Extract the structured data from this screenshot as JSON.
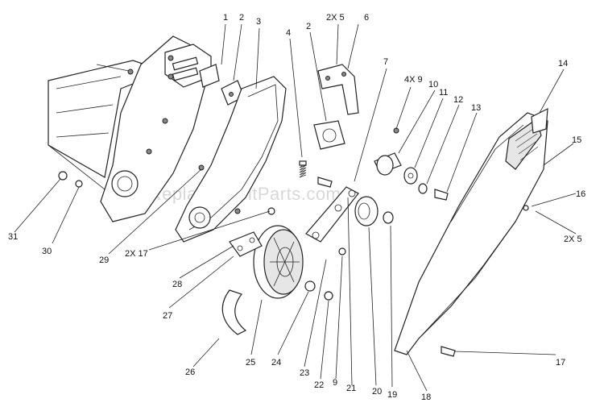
{
  "watermark": "eReplacementParts.com",
  "callouts": [
    {
      "id": "c1",
      "text": "1"
    },
    {
      "id": "c2a",
      "text": "2"
    },
    {
      "id": "c3",
      "text": "3"
    },
    {
      "id": "c4",
      "text": "4"
    },
    {
      "id": "c2b",
      "text": "2"
    },
    {
      "id": "c2x5a",
      "text": "2X 5"
    },
    {
      "id": "c6",
      "text": "6"
    },
    {
      "id": "c7",
      "text": "7"
    },
    {
      "id": "c4x9",
      "text": "4X 9"
    },
    {
      "id": "c10",
      "text": "10"
    },
    {
      "id": "c11",
      "text": "11"
    },
    {
      "id": "c12",
      "text": "12"
    },
    {
      "id": "c13",
      "text": "13"
    },
    {
      "id": "c14",
      "text": "14"
    },
    {
      "id": "c15",
      "text": "15"
    },
    {
      "id": "c16",
      "text": "16"
    },
    {
      "id": "c2x5b",
      "text": "2X 5"
    },
    {
      "id": "c17",
      "text": "17"
    },
    {
      "id": "c18",
      "text": "18"
    },
    {
      "id": "c19",
      "text": "19"
    },
    {
      "id": "c20",
      "text": "20"
    },
    {
      "id": "c21",
      "text": "21"
    },
    {
      "id": "c9",
      "text": "9"
    },
    {
      "id": "c22",
      "text": "22"
    },
    {
      "id": "c23",
      "text": "23"
    },
    {
      "id": "c24",
      "text": "24"
    },
    {
      "id": "c25",
      "text": "25"
    },
    {
      "id": "c26",
      "text": "26"
    },
    {
      "id": "c27",
      "text": "27"
    },
    {
      "id": "c28",
      "text": "28"
    },
    {
      "id": "c2x17",
      "text": "2X 17"
    },
    {
      "id": "c29",
      "text": "29"
    },
    {
      "id": "c30",
      "text": "30"
    },
    {
      "id": "c31",
      "text": "31"
    }
  ]
}
